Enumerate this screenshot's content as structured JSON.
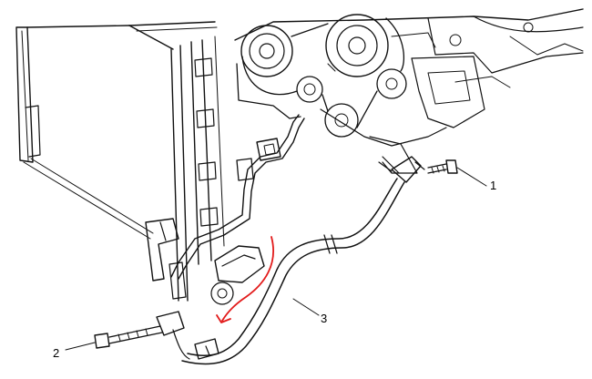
{
  "callouts": [
    {
      "label": "1",
      "part": "bolt"
    },
    {
      "label": "2",
      "part": "bolt"
    },
    {
      "label": "3",
      "part": "hose"
    }
  ],
  "annotation": {
    "type": "red-arrow",
    "color": "#e21a1a"
  },
  "colors": {
    "line": "#111111",
    "background": "#ffffff",
    "annotation": "#e21a1a"
  }
}
